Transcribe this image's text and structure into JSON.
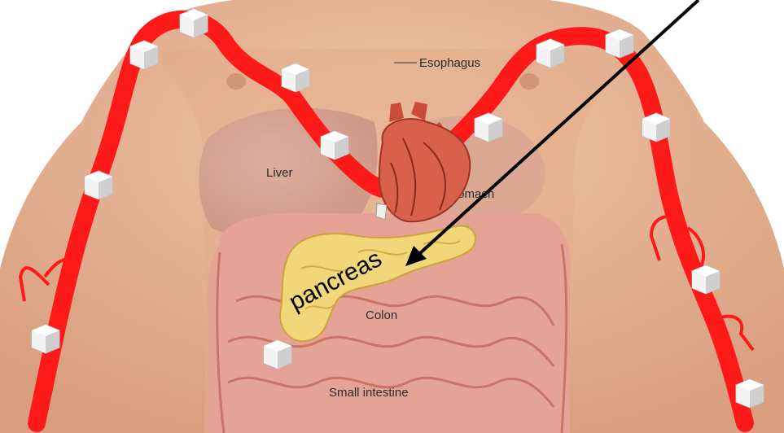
{
  "labels": {
    "esophagus": "Esophagus",
    "liver": "Liver",
    "stomach": "Stomach",
    "colon": "Colon",
    "small_intestine": "Small intestine",
    "pancreas": "pancreas"
  },
  "colors": {
    "skin": "#e9b898",
    "vessel": "#ff1a1a",
    "pancreas": "#f2d77a",
    "heart": "#d9604a",
    "intestine": "#e79a8e",
    "sugar_cube": "#f4f4f4",
    "arrow": "#000000"
  },
  "icons": {
    "sugar_cube": "sugar-cube-icon",
    "heart": "heart-icon",
    "pancreas": "pancreas-icon"
  }
}
